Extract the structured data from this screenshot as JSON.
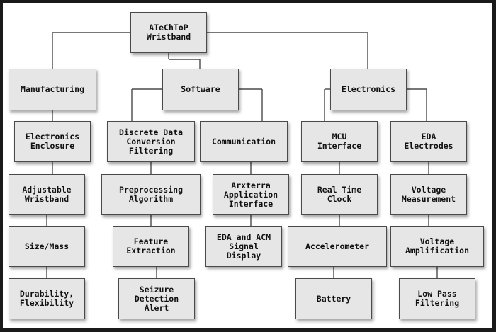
{
  "diagram": {
    "root": {
      "id": "root",
      "label": "ATeChToP\nWristband"
    },
    "branches": [
      {
        "id": "manufacturing",
        "label": "Manufacturing",
        "children": [
          {
            "id": "electronics-enclosure",
            "label": "Electronics\nEnclosure"
          },
          {
            "id": "adjustable-wristband",
            "label": "Adjustable\nWristband"
          },
          {
            "id": "size-mass",
            "label": "Size/Mass"
          },
          {
            "id": "durability-flexibility",
            "label": "Durability,\nFlexibility"
          }
        ]
      },
      {
        "id": "software",
        "label": "Software",
        "subbranches": [
          {
            "id": "discrete-data",
            "label": "Discrete Data\nConversion\nFiltering",
            "children": [
              {
                "id": "preprocessing",
                "label": "Preprocessing\nAlgorithm"
              },
              {
                "id": "feature-extraction",
                "label": "Feature\nExtraction"
              },
              {
                "id": "seizure-alert",
                "label": "Seizure\nDetection\nAlert"
              }
            ]
          },
          {
            "id": "communication",
            "label": "Communication",
            "children": [
              {
                "id": "arxterra",
                "label": "Arxterra\nApplication\nInterface"
              },
              {
                "id": "eda-acm-display",
                "label": "EDA and ACM\nSignal\nDisplay"
              }
            ]
          }
        ]
      },
      {
        "id": "electronics",
        "label": "Electronics",
        "subbranches": [
          {
            "id": "mcu",
            "label": "MCU\nInterface",
            "children": [
              {
                "id": "rtc",
                "label": "Real Time\nClock"
              },
              {
                "id": "accelerometer",
                "label": "Accelerometer"
              },
              {
                "id": "battery",
                "label": "Battery"
              }
            ]
          },
          {
            "id": "eda-electrodes",
            "label": "EDA\nElectrodes",
            "children": [
              {
                "id": "voltage-measurement",
                "label": "Voltage\nMeasurement"
              },
              {
                "id": "voltage-amplification",
                "label": "Voltage\nAmplification"
              },
              {
                "id": "low-pass",
                "label": "Low Pass\nFiltering"
              }
            ]
          }
        ]
      }
    ]
  }
}
